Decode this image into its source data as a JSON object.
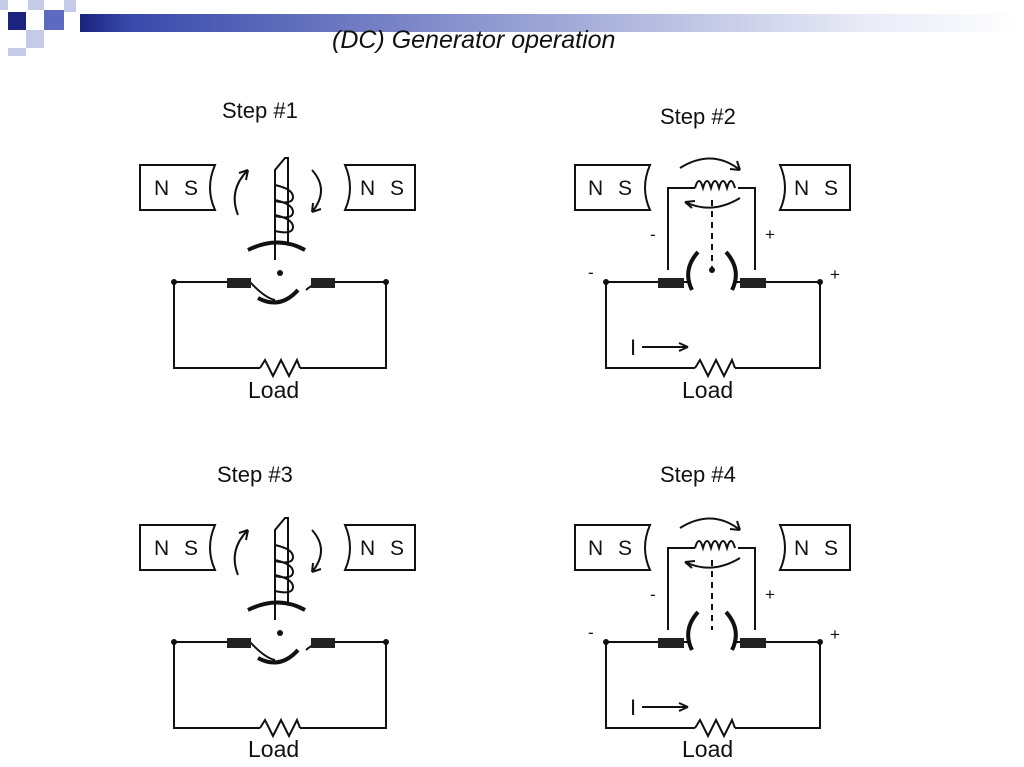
{
  "slide": {
    "title": "(DC) Generator operation",
    "steps": [
      {
        "label": "Step #1",
        "load": "Load",
        "magnet_n": "N",
        "magnet_s": "S"
      },
      {
        "label": "Step #2",
        "load": "Load",
        "magnet_n": "N",
        "magnet_s": "S",
        "minus": "-",
        "plus": "+",
        "current": "I"
      },
      {
        "label": "Step #3",
        "load": "Load",
        "magnet_n": "N",
        "magnet_s": "S"
      },
      {
        "label": "Step #4",
        "load": "Load",
        "magnet_n": "N",
        "magnet_s": "S",
        "minus": "-",
        "plus": "+",
        "current": "I"
      }
    ]
  },
  "colors": {
    "accent_dark": "#1a237e",
    "accent_mid": "#5c6bc0",
    "accent_light": "#c5cae9",
    "line": "#111111"
  }
}
